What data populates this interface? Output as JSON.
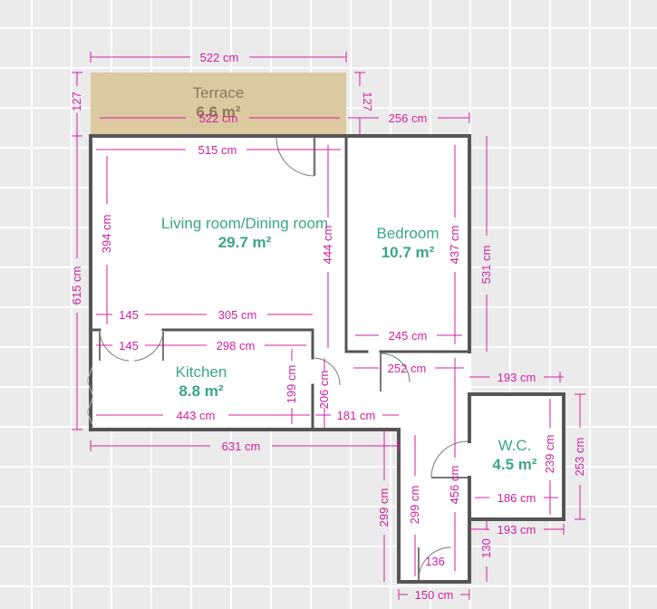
{
  "colors": {
    "wall": "#555555",
    "dimension": "#d020a0",
    "room_label": "#3aa68a",
    "terrace_fill": "#dcc9a0",
    "terrace_label": "#8a7a58",
    "grid": "#ebebeb"
  },
  "rooms": {
    "terrace": {
      "name": "Terrace",
      "area": "6.6 m²"
    },
    "living": {
      "name": "Living room/Dining room",
      "area": "29.7 m²"
    },
    "bedroom": {
      "name": "Bedroom",
      "area": "10.7 m²"
    },
    "kitchen": {
      "name": "Kitchen",
      "area": "8.8 m²"
    },
    "wc": {
      "name": "W.C.",
      "area": "4.5 m²"
    }
  },
  "dimensions": {
    "terrace_top": "522 cm",
    "terrace_bottom": "522 cm",
    "terrace_left": "127",
    "terrace_right": "127",
    "bedroom_top": "256 cm",
    "living_top": "515 cm",
    "living_height": "394 cm",
    "overall_left": "615 cm",
    "bedroom_inner_height": "437 cm",
    "living_divider_height": "444 cm",
    "bedroom_outer_height": "531 cm",
    "living_bottom_left": "145",
    "living_bottom_right": "305 cm",
    "bedroom_bottom": "245 cm",
    "kitchen_top_left": "145",
    "kitchen_top_right": "298 cm",
    "hall_top": "252 cm",
    "wc_top": "193 cm",
    "kitchen_height": "199 cm",
    "hall_door_height": "206 cm",
    "kitchen_bottom": "443 cm",
    "hall_bottom": "181 cm",
    "overall_bottom": "631 cm",
    "corridor_height": "456 cm",
    "wc_inner_height": "239 cm",
    "wc_outer_height": "253 cm",
    "wc_bottom_inner": "186 cm",
    "corridor_outer_height": "299 cm",
    "corridor_inner_height": "299 cm",
    "wc_bottom_outer": "193 cm",
    "lower_right_height": "130",
    "corridor_door": "136",
    "corridor_bottom": "150 cm"
  }
}
